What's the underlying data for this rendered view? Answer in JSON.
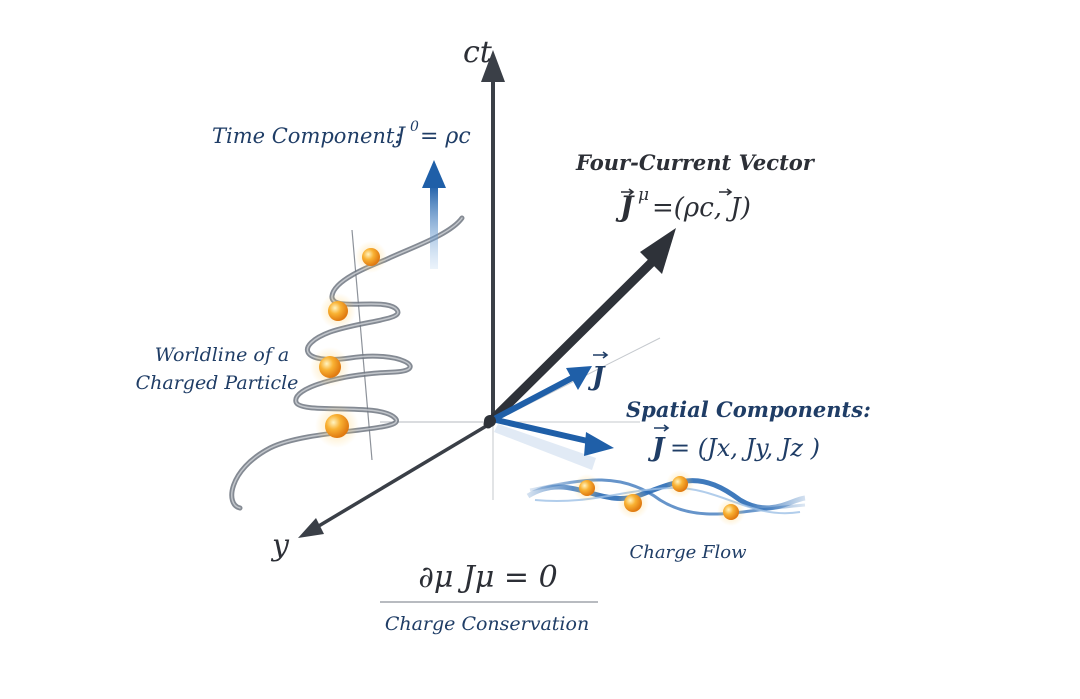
{
  "axes": {
    "time_axis_label": "ct",
    "y_axis_label": "y"
  },
  "time_component": {
    "label": "Time Component:",
    "symbol": "J",
    "superscript": "0",
    "equation_rhs": "= ρc"
  },
  "four_current": {
    "title": "Four-Current Vector",
    "symbol": "J",
    "superscript": "μ",
    "equation_rhs": "=(ρc, J)"
  },
  "current_vector": {
    "symbol": "J"
  },
  "spatial_components": {
    "label": "Spatial Components:",
    "symbol": "J",
    "equation_rhs": "= (Jx, Jy, Jz )"
  },
  "worldline": {
    "label_line1": "Worldline of a",
    "label_line2": "Charged Particle"
  },
  "charge_flow": {
    "label": "Charge Flow"
  },
  "conservation": {
    "equation": "∂μ Jμ = 0",
    "label": "Charge Conservation"
  },
  "colors": {
    "axis": "#3a3f47",
    "vector_blue": "#1f5fa8",
    "label_blue": "#1f3d66",
    "particle_orange": "#f5a623",
    "helix_gray": "#6f7580"
  }
}
